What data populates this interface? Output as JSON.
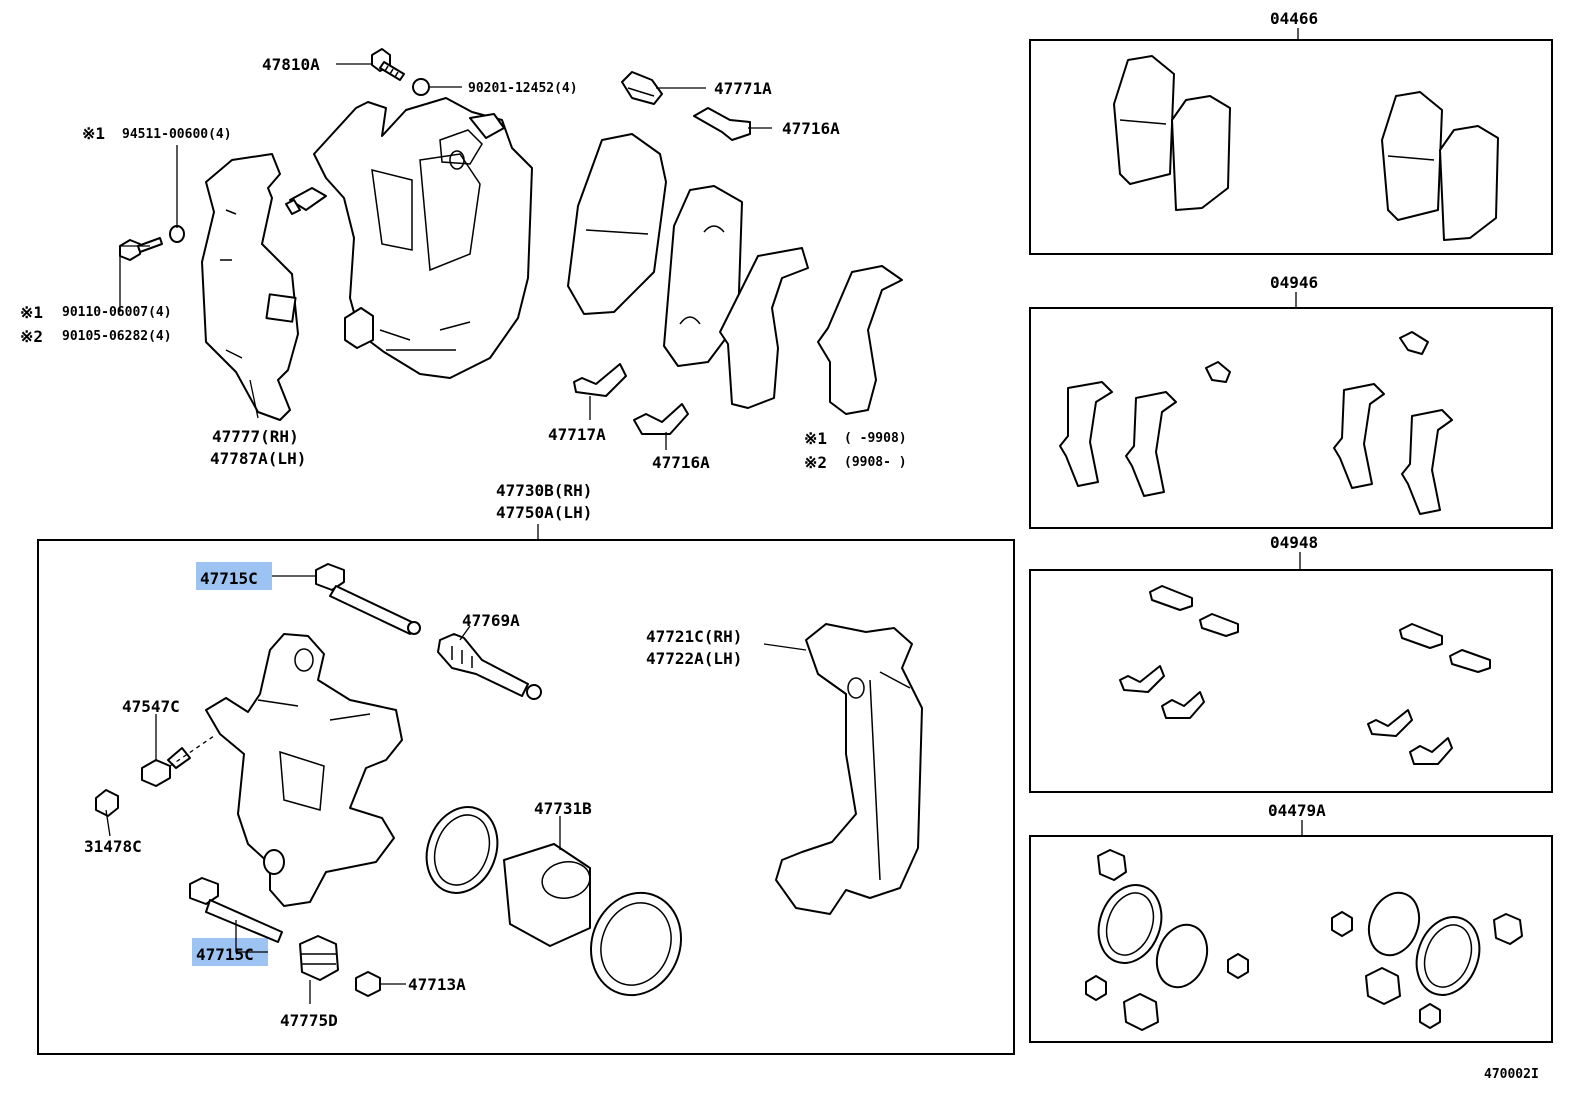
{
  "diagram_code": "470002I",
  "note_marks": [
    "※1",
    "※2"
  ],
  "labels": {
    "p47810A": "47810A",
    "p90201": "90201-12452(4)",
    "p47771A": "47771A",
    "p47716A_top": "47716A",
    "p94511": "94511-00600(4)",
    "p90110": "90110-06007(4)",
    "p90105": "90105-06282(4)",
    "p47777": "47777(RH)",
    "p47787A": "47787A(LH)",
    "p47717A": "47717A",
    "p47716A_bot": "47716A",
    "note1": "(     -9908)",
    "note2": "(9908-     )",
    "p47730B": "47730B(RH)",
    "p47750A": "47750A(LH)",
    "p47715C_top": "47715C",
    "p47769A": "47769A",
    "p47721C": "47721C(RH)",
    "p47722A": "47722A(LH)",
    "p47547C": "47547C",
    "p31478C": "31478C",
    "p47731B": "47731B",
    "p47715C_bot": "47715C",
    "p47775D": "47775D",
    "p47713A": "47713A"
  },
  "kits": {
    "k04466": "04466",
    "k04946": "04946",
    "k04948": "04948",
    "k04479A": "04479A"
  },
  "highlight_color": "#9cc3f2"
}
